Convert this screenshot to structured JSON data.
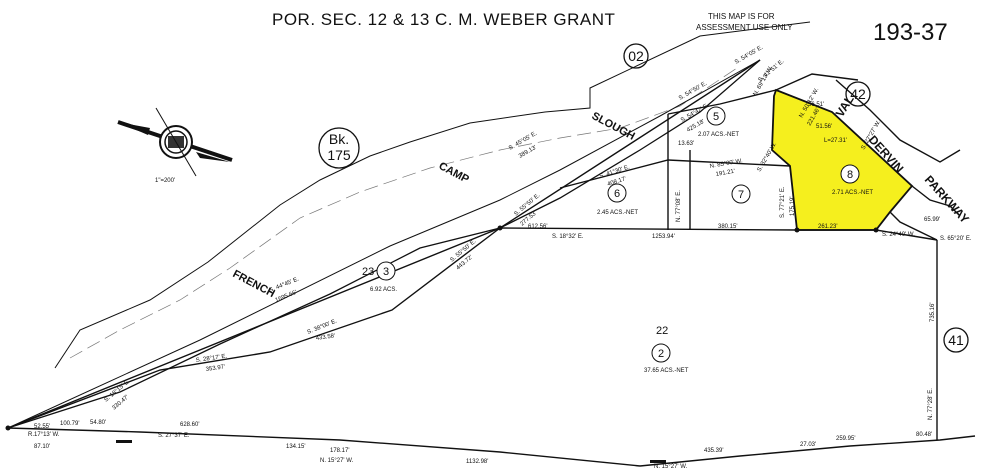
{
  "header": {
    "title": "POR. SEC. 12 & 13 C. M. WEBER GRANT",
    "notice_line1": "THIS MAP IS FOR",
    "notice_line2": "ASSESSMENT USE ONLY",
    "page_id": "193-37"
  },
  "scale_note": "1\"=200'",
  "book": {
    "prefix": "Bk.",
    "number": "175"
  },
  "adjacent": {
    "top": "02",
    "right_top": "42",
    "right": "41"
  },
  "water_labels": [
    "FRENCH",
    "CAMP",
    "SLOUGH"
  ],
  "road_labels": [
    "VAL",
    "DERVIN",
    "PARKWAY"
  ],
  "lots": [
    {
      "number": "2",
      "section": "22",
      "area": "37.65 ACS.-NET"
    },
    {
      "number": "3",
      "section": "23",
      "area": "6.92 ACS."
    },
    {
      "number": "5",
      "area": "2.07 ACS.-NET"
    },
    {
      "number": "6",
      "area": "2.45 ACS.-NET"
    },
    {
      "number": "7"
    },
    {
      "number": "8",
      "area": "2.71 ACS.-NET",
      "highlighted": true
    }
  ],
  "colors": {
    "highlight": "#f5ef1e",
    "line": "#111111"
  },
  "bearings": [
    "S. 44°45' E.",
    "1695.66'",
    "S. 45°05' E.",
    "389.13'",
    "S. 54°50' E.",
    "S. 54°05' E.",
    "S. 54°42' E.",
    "425.18'",
    "S. 41°30' E.",
    "408.17'",
    "S. 55°50' E.",
    "277.53'",
    "S. 55°50' E.",
    "443.72'",
    "S. 38°00' E.",
    "433.58'",
    "S. 28°17' E.",
    "353.97'",
    "S. 18°15' E.",
    "330.47'",
    "S. 18°32' E.",
    "612.56'",
    "380.15'",
    "1253.94'",
    "261.23'",
    "S. 24°40' W.",
    "65.99'",
    "S. 65°20' E.",
    "N. 77°28' E.",
    "735.16'",
    "S. 27°37' E.",
    "628.60'",
    "N. 15°27' W.",
    "178.17'",
    "1132.98'",
    "435.39'",
    "27.03'",
    "259.95'",
    "80.48'",
    "134.15'",
    "N. 15°27' W.",
    "R.17°13' W.",
    "52.55'",
    "87.10'",
    "100.79'",
    "54.80'",
    "S. 77°21' E.",
    "175.19'",
    "S. 32°40' W.",
    "N. 85°00' W.",
    "191.21'",
    "13.63'",
    "N. 77°08' E.",
    "N. 50°12' W.",
    "221.46'",
    "51.56'",
    "L=27.31'",
    "N. 69°13' W.",
    "S. 27°27' W.",
    "56.51'",
    "S. 41°51' E."
  ]
}
